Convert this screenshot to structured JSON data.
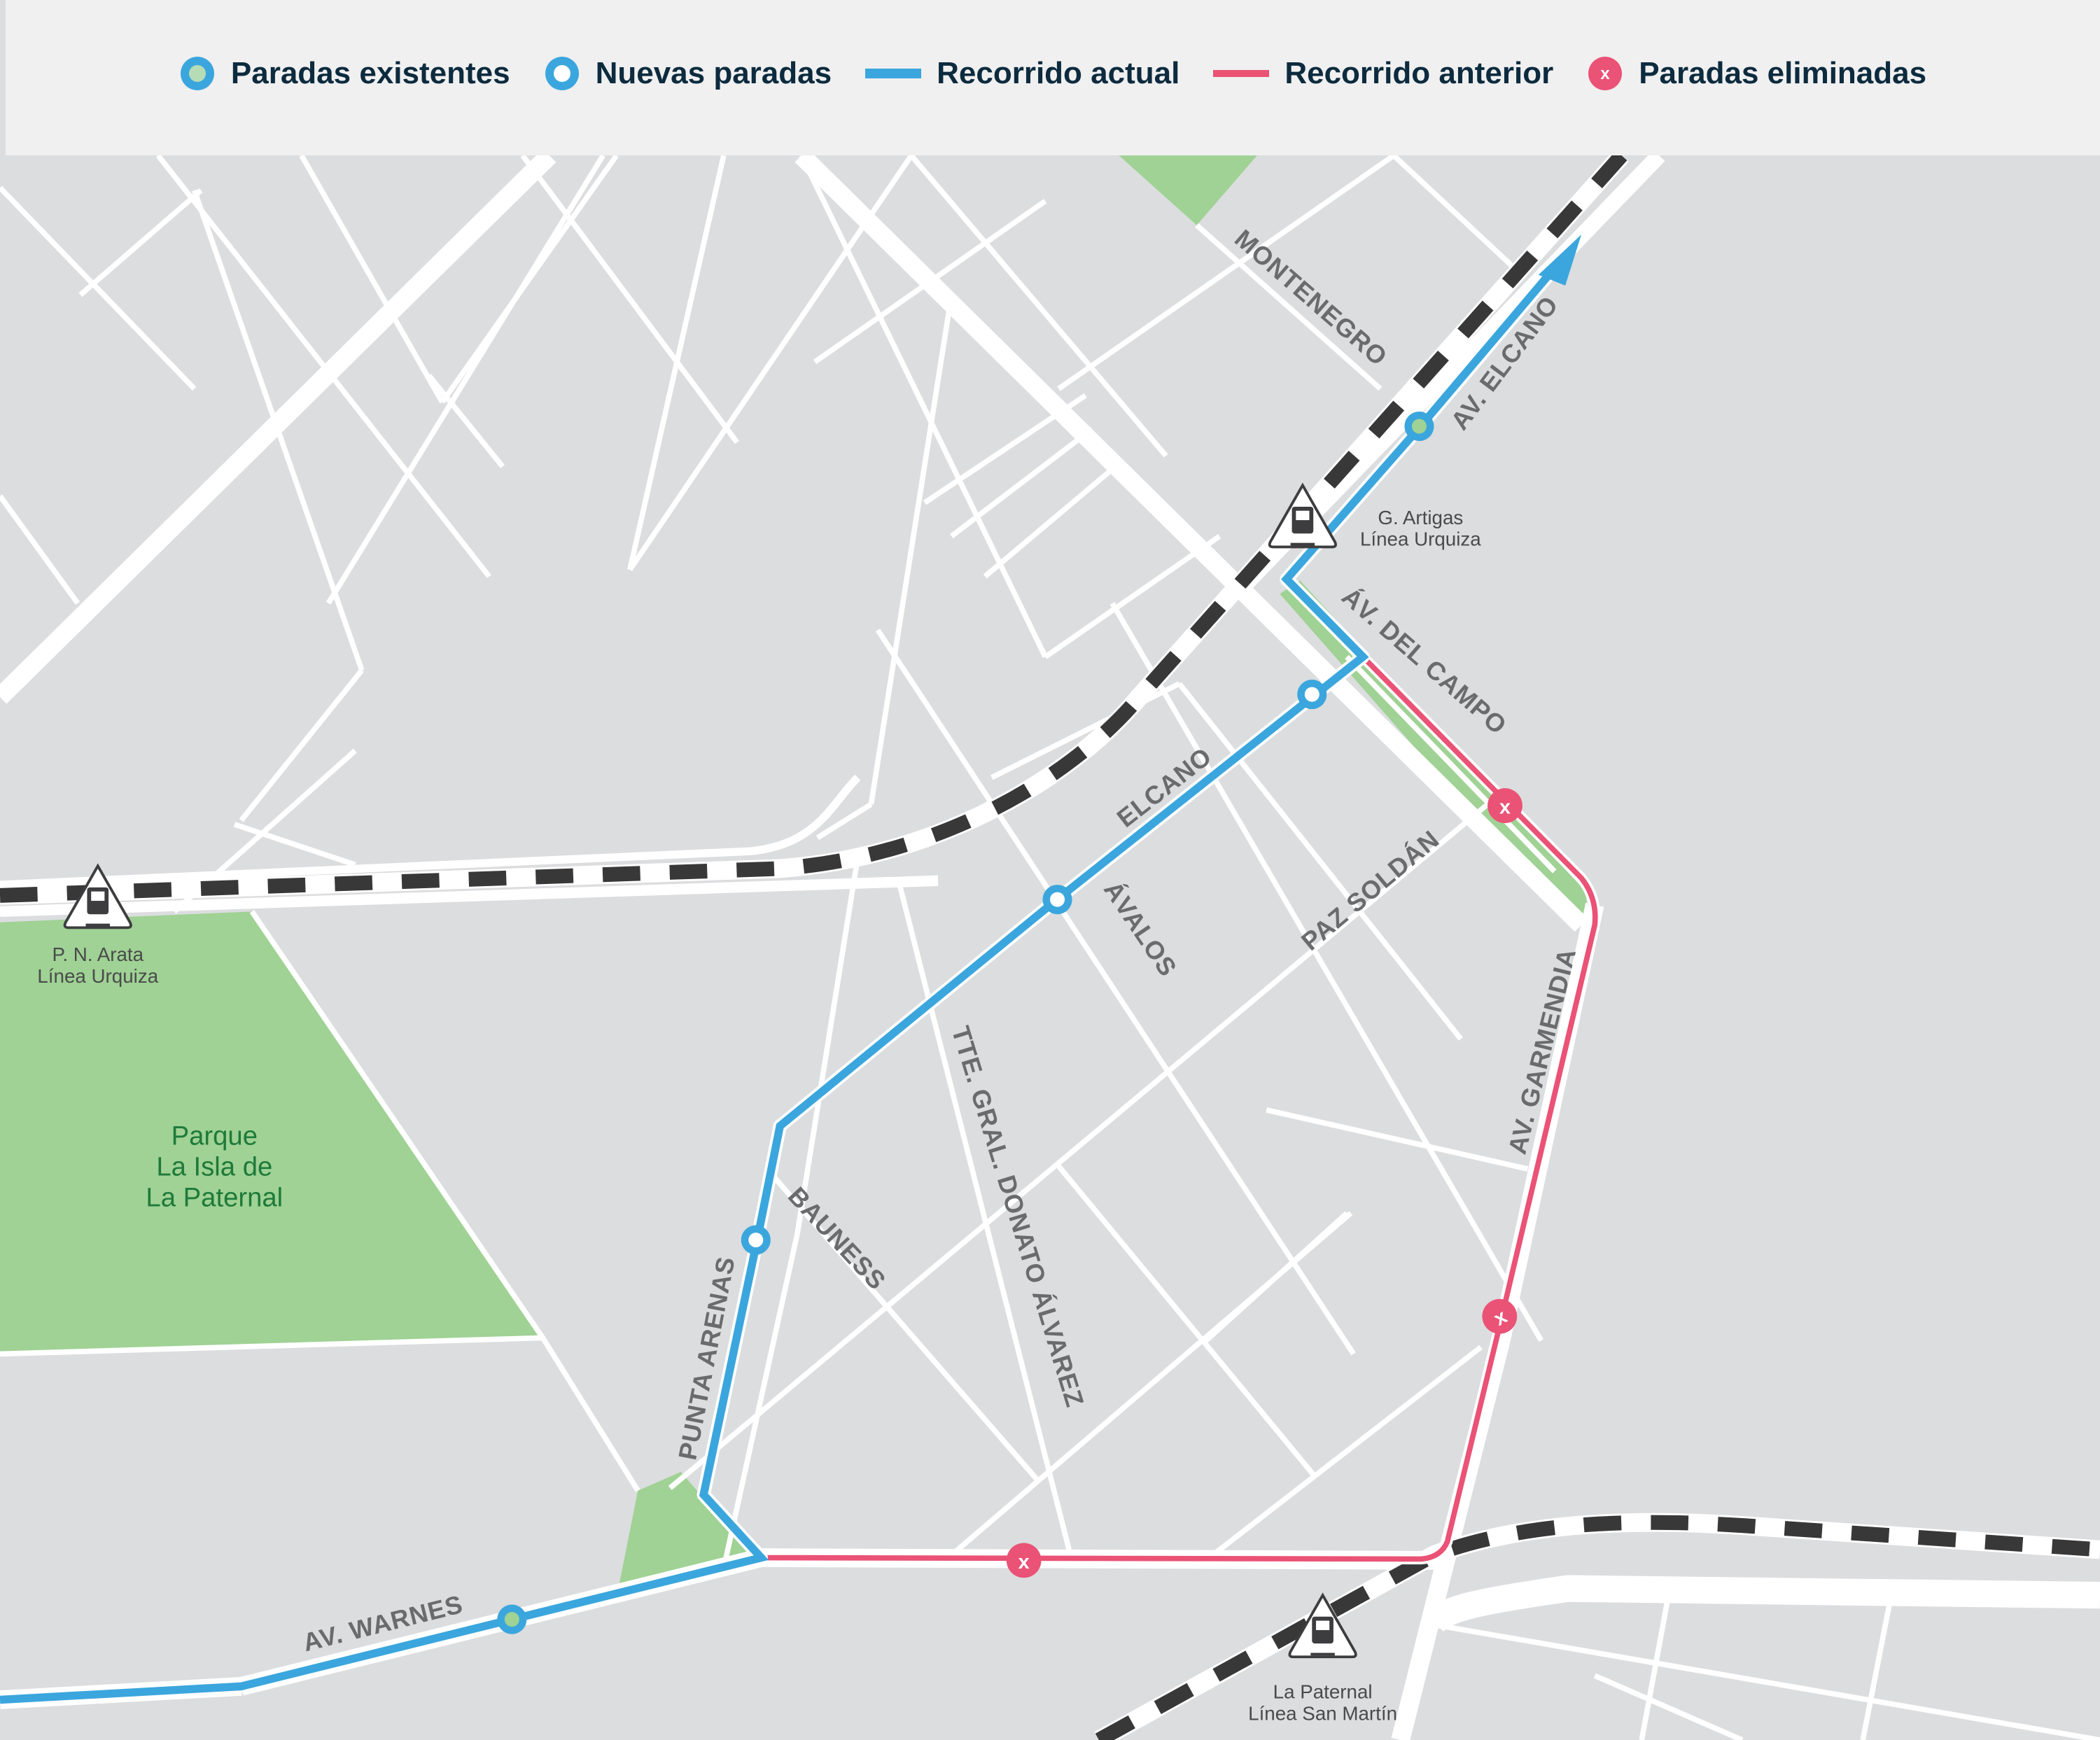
{
  "colors": {
    "background": "#dcdddf",
    "legend_bg": "#f0f0f0",
    "street": "#ffffff",
    "park": "#9fd294",
    "current_route": "#3ba6dd",
    "previous_route": "#ea5276",
    "rail_dash": "#383838",
    "text_dark": "#0d2b3e",
    "street_label": "#6a6b6d",
    "park_label": "#1e7a3a"
  },
  "legend": {
    "items": [
      {
        "id": "existing-stops",
        "icon": "ring-green-center-icon",
        "label": "Paradas existentes"
      },
      {
        "id": "new-stops",
        "icon": "ring-white-center-icon",
        "label": "Nuevas paradas"
      },
      {
        "id": "current-route",
        "icon": "blue-line-icon",
        "label": "Recorrido actual"
      },
      {
        "id": "previous-route",
        "icon": "pink-line-icon",
        "label": "Recorrido anterior"
      },
      {
        "id": "removed-stops",
        "icon": "pink-x-circle-icon",
        "label": "Paradas eliminadas",
        "glyph": "x"
      }
    ]
  },
  "map": {
    "streets": [
      {
        "name": "MONTENEGRO"
      },
      {
        "name": "AV. ELCANO"
      },
      {
        "name": "ÁV. DEL CAMPO"
      },
      {
        "name": "ELCANO"
      },
      {
        "name": "ÁVALOS"
      },
      {
        "name": "PAZ SOLDÁN"
      },
      {
        "name": "AV. GARMENDIA"
      },
      {
        "name": "TTE. GRAL. DONATO ÁLVAREZ"
      },
      {
        "name": "BAUNESS"
      },
      {
        "name": "PUNTA ARENAS"
      },
      {
        "name": "AV. WARNES"
      }
    ],
    "stations": [
      {
        "name": "G. Artigas",
        "line": "Línea Urquiza",
        "icon": "train-icon"
      },
      {
        "name": "P. N. Arata",
        "line": "Línea Urquiza",
        "icon": "train-icon"
      },
      {
        "name": "La Paternal",
        "line": "Línea San Martín",
        "icon": "train-icon"
      }
    ],
    "park": {
      "line1": "Parque",
      "line2": "La Isla de",
      "line3": "La Paternal"
    },
    "stops": {
      "existing": 2,
      "new": 3,
      "removed": 3,
      "removed_glyph": "x"
    }
  }
}
